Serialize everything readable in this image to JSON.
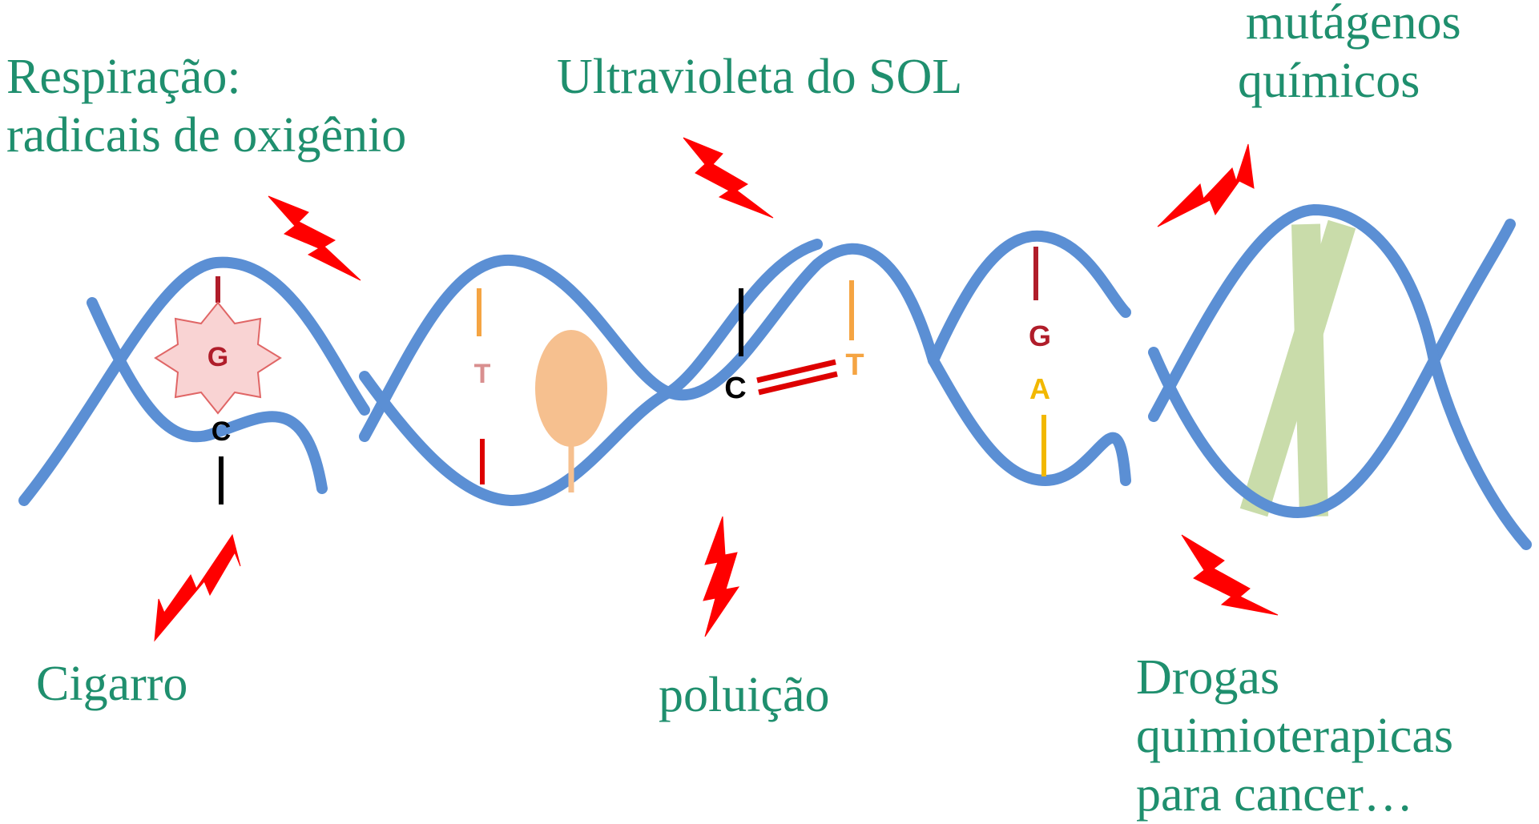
{
  "labels": {
    "respiracao_line1": "Respiração:",
    "respiracao_line2": "radicais de oxigênio",
    "ultravioleta": "Ultravioleta do SOL",
    "mutagenos_line1": "mutágenos",
    "mutagenos_line2": "químicos",
    "cigarro": "Cigarro",
    "poluicao": "poluição",
    "drogas_line1": "Drogas",
    "drogas_line2": "quimioterapicas",
    "drogas_line3": "para cancer…"
  },
  "bases": {
    "oxidized_g": "G",
    "c_left": "C",
    "t_middle": "T",
    "c_dimer": "C",
    "t_dimer": "T",
    "g_right": "G",
    "a_right": "A"
  },
  "colors": {
    "label_text": "#1f8f6e",
    "dna_strand": "#5b8fd4",
    "lightning": "#ff0000",
    "oxidized_base_fill": "#f9d3d3",
    "oxidized_base_stroke": "#e06666",
    "adduct": "#f6c08f",
    "crosslink": "#c9dcaa",
    "dimer_bond": "#dd0000",
    "base_black": "#000000",
    "base_orange": "#f5a442",
    "base_pink": "#d98f8f",
    "base_darkred": "#b01d2a",
    "base_yellow": "#f2b800"
  }
}
